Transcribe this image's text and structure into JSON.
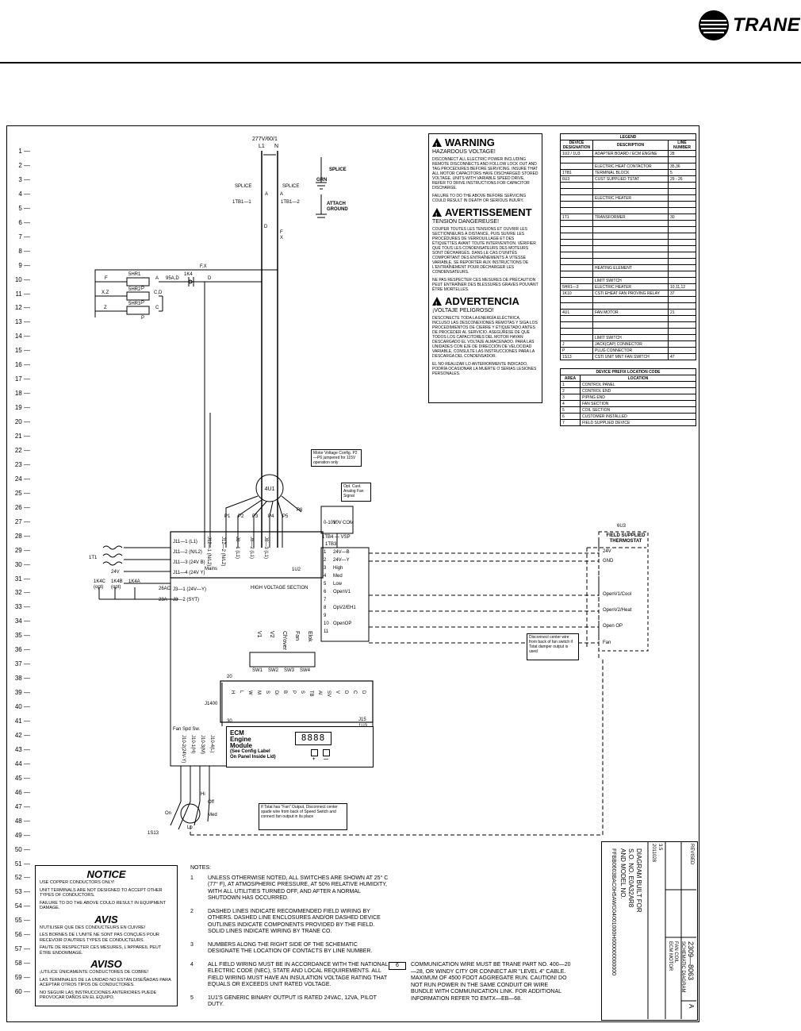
{
  "brand": {
    "logo_text": "TRANE"
  },
  "power": {
    "supply": "277V/60/1",
    "l1": "L1",
    "n": "N",
    "splice_left": "SPLICE",
    "splice_right": "SPLICE",
    "a_left": "A",
    "a_right": "A",
    "tb1": "1TB1—1",
    "tb2": "1TB1—2",
    "d": "D",
    "fx_a": "F",
    "fx_b": "X",
    "splice_gnd": "SPLICE",
    "grn": "GRN",
    "attach_ground": "ATTACH GROUND"
  },
  "line_numbers": [
    "1",
    "2",
    "3",
    "4",
    "5",
    "6",
    "7",
    "8",
    "9",
    "10",
    "11",
    "12",
    "13",
    "14",
    "15",
    "16",
    "17",
    "18",
    "19",
    "20",
    "21",
    "22",
    "23",
    "24",
    "25",
    "26",
    "27",
    "28",
    "29",
    "30",
    "31",
    "32",
    "33",
    "34",
    "35",
    "36",
    "37",
    "38",
    "39",
    "40",
    "41",
    "42",
    "43",
    "44",
    "45",
    "46",
    "47",
    "48",
    "49",
    "50",
    "51",
    "52",
    "53",
    "54",
    "55",
    "56",
    "57",
    "58",
    "59",
    "60"
  ],
  "heater": {
    "fx": "F,X",
    "shr1": "5HR1",
    "shr2": "5HR2",
    "shr3": "5HR3",
    "row1_f": "F",
    "row1_a": "A",
    "k4_label": "95A,D",
    "k4": "1K4",
    "row1_d": "D",
    "row2_xz": "X,Z",
    "row2_cd": "C,D",
    "row3_z": "Z",
    "row3_c": "C",
    "p_a": "P",
    "p_b": "P",
    "p_c": "P"
  },
  "warning": {
    "en_title": "WARNING",
    "en_sub": "HAZARDOUS VOLTAGE!",
    "en_body": "DISCONNECT ALL ELECTRIC POWER INCLUDING REMOTE DISCONNECTS AND FOLLOW LOCK OUT AND TAG PROCEDURES BEFORE SERVICING. INSURE THAT ALL MOTOR CAPACITORS HAVE DISCHARGED STORED VOLTAGE. UNITS WITH VARIABLE SPEED DRIVE, REFER TO DRIVE INSTRUCTIONS FOR CAPACITOR DISCHARGE.",
    "en_body2": "FAILURE TO DO THE ABOVE BEFORE SERVICING COULD RESULT IN DEATH OR SERIOUS INJURY.",
    "fr_title": "AVERTISSEMENT",
    "fr_sub": "TENSION DANGEREUSE!",
    "fr_body": "COUPER TOUTES LES TENSIONS ET OUVRIR LES SECTIONNEURS À DISTANCE, PUIS SUIVRE LES PROCÉDURES DE VERROUILLAGE ET DES ÉTIQUETTES AVANT TOUTE INTERVENTION. VÉRIFIER QUE TOUS LES CONDENSATEURS DES MOTEURS SONT DÉCHARGÉS. DANS LE CAS D'UNITÉS COMPORTANT DES ENTRAÎNEMENTS À VITESSE VARIABLE, SE REPORTER AUX INSTRUCTIONS DE L'ENTRAÎNEMENT POUR DÉCHARGER LES CONDENSATEURS.",
    "fr_body2": "NE PAS RESPECTER CES MESURES DE PRÉCAUTION PEUT ENTRAÎNER DES BLESSURES GRAVES POUVANT ÊTRE MORTELLES.",
    "es_title": "ADVERTENCIA",
    "es_sub": "¡VOLTAJE PELIGROSO!",
    "es_body": "DESCONECTE TODA LA ENERGÍA ELÉCTRICA, INCLUSO LAS DESCONEXIONES REMOTAS Y SIGA LOS PROCEDIMIENTOS DE CIERRE Y ETIQUETADO ANTES DE PROCEDER AL SERVICIO. ASEGÚRESE DE QUE TODOS LOS CAPACITORES DEL MOTOR HAYAN DESCARGADO EL VOLTAJE ALMACENADO. PARA LAS UNIDADES CON EJE DE DIRECCIÓN DE VELOCIDAD VARIABLE, CONSULTE LAS INSTRUCCIONES PARA LA DESCARGA DEL CONDENSADOR.",
    "es_body2": "EL NO REALIZAR LO ANTERIORMENTE INDICADO, PODRÍA OCASIONAR LA MUERTE O SERIAS LESIONES PERSONALES."
  },
  "legend": {
    "title": "LEGEND",
    "h_device": "DEVICE DESIGNATION",
    "h_desc": "DESCRIPTION",
    "h_line": "LINE NUMBER",
    "rows": [
      [
        "1U2 / 1U3",
        "ADAPTER BOARD / ECM ENGINE",
        "28"
      ],
      [
        "",
        "",
        ""
      ],
      [
        "",
        "ELECTRIC HEAT CONTACTOR",
        "35,36"
      ],
      [
        "1TB1",
        "TERMINAL BLOCK",
        "5"
      ],
      [
        "6U3",
        "CUST SUPPLIED TSTAT",
        "29 - 26"
      ],
      [
        "",
        "",
        ""
      ],
      [
        "",
        "",
        ""
      ],
      [
        "",
        "ELECTRIC HEATER",
        ""
      ],
      [
        "",
        "",
        ""
      ],
      [
        "",
        "",
        ""
      ],
      [
        "1T1",
        "TRANSFORMER",
        "30"
      ],
      [
        "",
        "",
        ""
      ],
      [
        "",
        "",
        ""
      ],
      [
        "",
        "",
        ""
      ],
      [
        "",
        "",
        ""
      ],
      [
        "",
        "",
        ""
      ],
      [
        "",
        "",
        ""
      ],
      [
        "",
        "",
        ""
      ],
      [
        "",
        "HEATING ELEMENT",
        ""
      ],
      [
        "",
        "",
        ""
      ],
      [
        "",
        "LIMIT SWITCH",
        ""
      ],
      [
        "5HR1—3",
        "ELECTRIC HEATER",
        "10,11,12"
      ],
      [
        "1K10",
        "CSTI EHEAT FAN PROVING RELAY",
        "37"
      ],
      [
        "",
        "",
        ""
      ],
      [
        "",
        "",
        ""
      ],
      [
        "4U1",
        "FAN MOTOR",
        "21"
      ],
      [
        "",
        "",
        ""
      ],
      [
        "",
        "",
        ""
      ],
      [
        "",
        "",
        ""
      ],
      [
        "",
        "LIMIT SWITCH",
        ""
      ],
      [
        "J",
        "JACK(CAP) CONNECTOR",
        ""
      ],
      [
        "P",
        "PLUG CONNECTOR",
        ""
      ],
      [
        "1S13",
        "CSTI UNIT MNT FAN SWITCH",
        "47"
      ]
    ]
  },
  "prefix": {
    "title": "DEVICE PREFIX LOCATION CODE",
    "h_area": "AREA",
    "h_loc": "LOCATION",
    "rows": [
      [
        "1",
        "CONTROL PANEL"
      ],
      [
        "2",
        "CONTROL END"
      ],
      [
        "3",
        "PIPING END"
      ],
      [
        "4",
        "FAN SECTION"
      ],
      [
        "5",
        "COIL SECTION"
      ],
      [
        "6",
        "CUSTOMER INSTALLED"
      ],
      [
        "7",
        "FIELD SUPPLIED DEVICE"
      ]
    ]
  },
  "motor": {
    "label": "4U1",
    "config_note": "Motor Voltage Config. P2—P6 jumpered for 115V operation only",
    "pins": [
      "P1",
      "P2",
      "P3",
      "P4",
      "P5",
      "P6"
    ]
  },
  "adapter": {
    "j11": [
      "J11—1 (L1)",
      "J11—2 (N/L2)",
      "J11—3 (24V B)",
      "J11—4 (24V Y)"
    ],
    "j3": [
      "J3—1 (24V—Y)",
      "J3—2 (SYT)"
    ],
    "tb_vertical": [
      "J12—1 (N/L2)",
      "J12—2 (N/L2)",
      "J8—1 (L1)",
      "J8—2 (L1)",
      "J8—3 (L1)"
    ],
    "hv_label": "HIGH VOLTAGE SECTION",
    "board_label": "1U2",
    "x1": "26AC",
    "x2": "23A",
    "mains": "Mains",
    "t1": "1T1",
    "v24": "24V",
    "relays": [
      "1K4C (opt)",
      "1K4B (opt)",
      "1K4A"
    ]
  },
  "terminals": {
    "analog_note": "Opt. Cust. Analog Fan Signal",
    "tb4": "1TB4 — VSP",
    "tb3": "1TB3",
    "tb4_pins": [
      "0-10V",
      "10V",
      "COM"
    ],
    "rows": [
      [
        "1",
        "24V—B"
      ],
      [
        "2",
        "24V—Y"
      ],
      [
        "3",
        "High"
      ],
      [
        "4",
        "Med"
      ],
      [
        "5",
        "Low"
      ],
      [
        "6",
        "OpenV1"
      ],
      [
        "7",
        ""
      ],
      [
        "8",
        "OpV2/EH1"
      ],
      [
        "9",
        ""
      ],
      [
        "10",
        "OpenOP"
      ],
      [
        "11",
        ""
      ]
    ]
  },
  "thermostat": {
    "tag": "6U3",
    "title": "FIELD SUPPLIED THERMOSTAT",
    "rows": [
      "24V",
      "GND",
      "OpenV1/Cool",
      "OpenV2/Heat",
      "Open OP",
      "Fan"
    ],
    "disconnect_note": "Disconnect center wire from back of fan switch if Tstat damper output is used"
  },
  "dip": {
    "labels": [
      "V1",
      "V2",
      "Ch'over",
      "Fan",
      "Elok"
    ],
    "switches": [
      "SW1",
      "SW2",
      "SW3",
      "SW4"
    ]
  },
  "ecm": {
    "title1": "ECM",
    "title2": "Engine",
    "title3": "Module",
    "note1": "(See Config Label",
    "note2": "On Panel Inside Lid)",
    "display": "8888",
    "buttons": [
      "+",
      "—"
    ],
    "j1": "J1400",
    "j2": "J15",
    "u": "1U3",
    "n20": "20",
    "n30": "30",
    "pins": [
      "H",
      "L",
      "W",
      "M",
      "S",
      "Di",
      "B",
      "P",
      "S",
      "TB",
      "AI",
      "SV",
      "V",
      "D",
      "C",
      "D"
    ]
  },
  "fan_switch": {
    "title": "Fan Spd Sw.",
    "hi": "Hi",
    "off": "Off",
    "med": "Med",
    "on": "On",
    "lo": "Lo",
    "tag": "1S13",
    "tstat_note": "If Tstat has \"Fan\" Output, Disconnect center spade wire from back of Speed Switch and connect fan output in its place",
    "pins": [
      "J10-2(24V-Y)",
      "J10-1(H)",
      "J10-3(M)",
      "J10-4(L)"
    ]
  },
  "notice": {
    "title": "NOTICE",
    "lines": [
      "USE COPPER CONDUCTORS ONLY!",
      "UNIT TERMINALS ARE NOT DESIGNED TO ACCEPT OTHER TYPES OF CONDUCTORS.",
      "FAILURE TO DO THE ABOVE COULD RESULT IN EQUIPMENT DAMAGE."
    ],
    "fr_title": "AVIS",
    "fr_lines": [
      "N'UTILISER QUE DES CONDUCTEURS EN CUIVRE!",
      "LES BORNES DE L'UNITÉ NE SONT PAS CONÇUES POUR RECEVOIR D'AUTRES TYPES DE CONDUCTEURS.",
      "FAUTE DE RESPECTER CES MESURES, L'APPAREIL PEUT ÊTRE ENDOMMAGÉ."
    ],
    "es_title": "AVISO",
    "es_lines": [
      "¡UTILICE ÚNICAMENTE CONDUCTORES DE COBRE!",
      "LAS TERMINALES DE LA UNIDAD NO ESTÁN DISEÑADAS PARA ACEPTAR OTROS TIPOS DE CONDUCTORES.",
      "NO SEGUIR LAS INSTRUCCIONES ANTERIORES PUEDE PROVOCAR DAÑOS EN EL EQUIPO."
    ]
  },
  "notes": {
    "heading": "NOTES:",
    "items": [
      [
        "1",
        "UNLESS OTHERWISE NOTED, ALL SWITCHES ARE SHOWN AT 25° C (77° F), AT ATMOSPHERIC PRESSURE, AT 50% RELATIVE HUMIDITY, WITH ALL UTILITIES TURNED OFF, AND AFTER A NORMAL SHUTDOWN HAS OCCURRED."
      ],
      [
        "2",
        "DASHED LINES INDICATE RECOMMENDED FIELD WIRING BY OTHERS. DASHED LINE ENCLOSURES AND/OR DASHED DEVICE OUTLINES INDICATE COMPONENTS PROVIDED BY THE FIELD. SOLID LINES INDICATE WIRING BY TRANE CO."
      ],
      [
        "3",
        "NUMBERS ALONG THE RIGHT SIDE OF THE SCHEMATIC DESIGNATE THE LOCATION OF CONTACTS BY LINE NUMBER."
      ],
      [
        "4",
        "ALL FIELD WIRING MUST BE IN ACCORDANCE WITH THE NATIONAL ELECTRIC CODE (NEC), STATE AND LOCAL REQUIREMENTS. ALL FIELD WIRING MUST HAVE AN INSULATION VOLTAGE RATING THAT EQUALS OR EXCEEDS UNIT RATED VOLTAGE."
      ],
      [
        "5",
        "1U1'S GENERIC BINARY OUTPUT IS RATED 24VAC, 12VA, PILOT DUTY."
      ]
    ],
    "comm_num": "6",
    "comm": "COMMUNICATION WIRE MUST BE TRANE PART NO. 400—20—28, OR WINDY CITY OR CONNECT AIR \"LEVEL 4\" CABLE. MAXIMUM OF 4500 FOOT AGGREGATE RUN. CAUTION! DO NOT RUN POWER IN THE SAME CONDUIT OR WIRE BUNDLE WITH COMMUNICATION LINK. FOR ADDITIONAL INFORMATION REFER TO EMTX—EB—68."
  },
  "title_block": {
    "built_for": "DIAGRAM BUILT FOR",
    "so": "S.O. NO. E0A32AR8",
    "model": "AND MODEL NO.",
    "model_no": "FFBB0603BAC0H5AWG04001000H000000000000",
    "drawing_no": "2309—8063",
    "drawing_title": "SCHEMATIC DIAGRAM",
    "product": "FAN COIL",
    "sub": "ECM MOTOR",
    "rev": "A",
    "rev_label": "REVISED",
    "ver": "3.5",
    "date": "2011028"
  }
}
